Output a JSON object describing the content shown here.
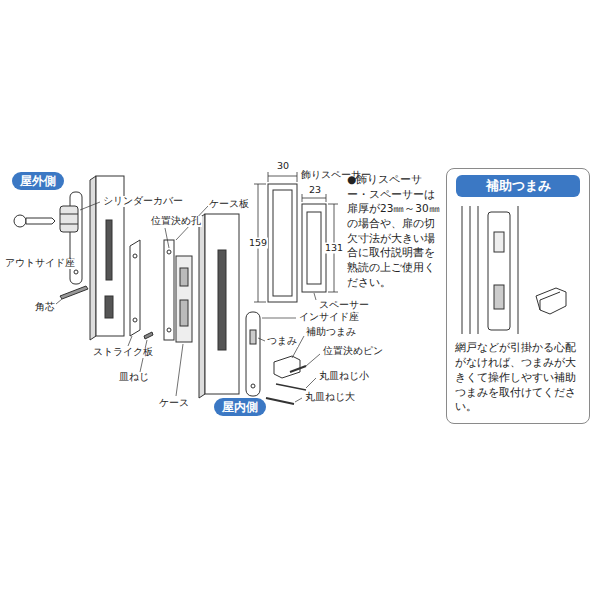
{
  "diagram": {
    "nodes": [
      {
        "text": [
          "屋外側"
        ]
      },
      {
        "text": [
          "網戸などが引掛かる心配がなければ、つまみが大きくて操作しやすい補助つまみを取付けてください。"
        ]
      },
      {
        "text": [
          "補助つまみ"
        ],
        "in": 1
      },
      {
        "text": [
          "屋内側"
        ]
      }
    ],
    "labels": [
      "シリンダーカバー",
      "アウトサイド座",
      "角芯",
      "位置決め孔",
      "ケース板",
      "ストライク板",
      "皿ねじ",
      "ケース",
      "インサイド座",
      "補助つまみ",
      "つまみ",
      "位置決めピン",
      "丸皿ねじ小",
      "丸皿ねじ大",
      "30",
      "飾りスペーサー",
      "23",
      "159",
      "131",
      "スペーサー",
      "●飾りスペーサー・スペーサーは扉厚が23㎜～30㎜の場合や、扉の切欠寸法が大きい場合に取付説明書を熟読の上ご使用ください。"
    ]
  }
}
